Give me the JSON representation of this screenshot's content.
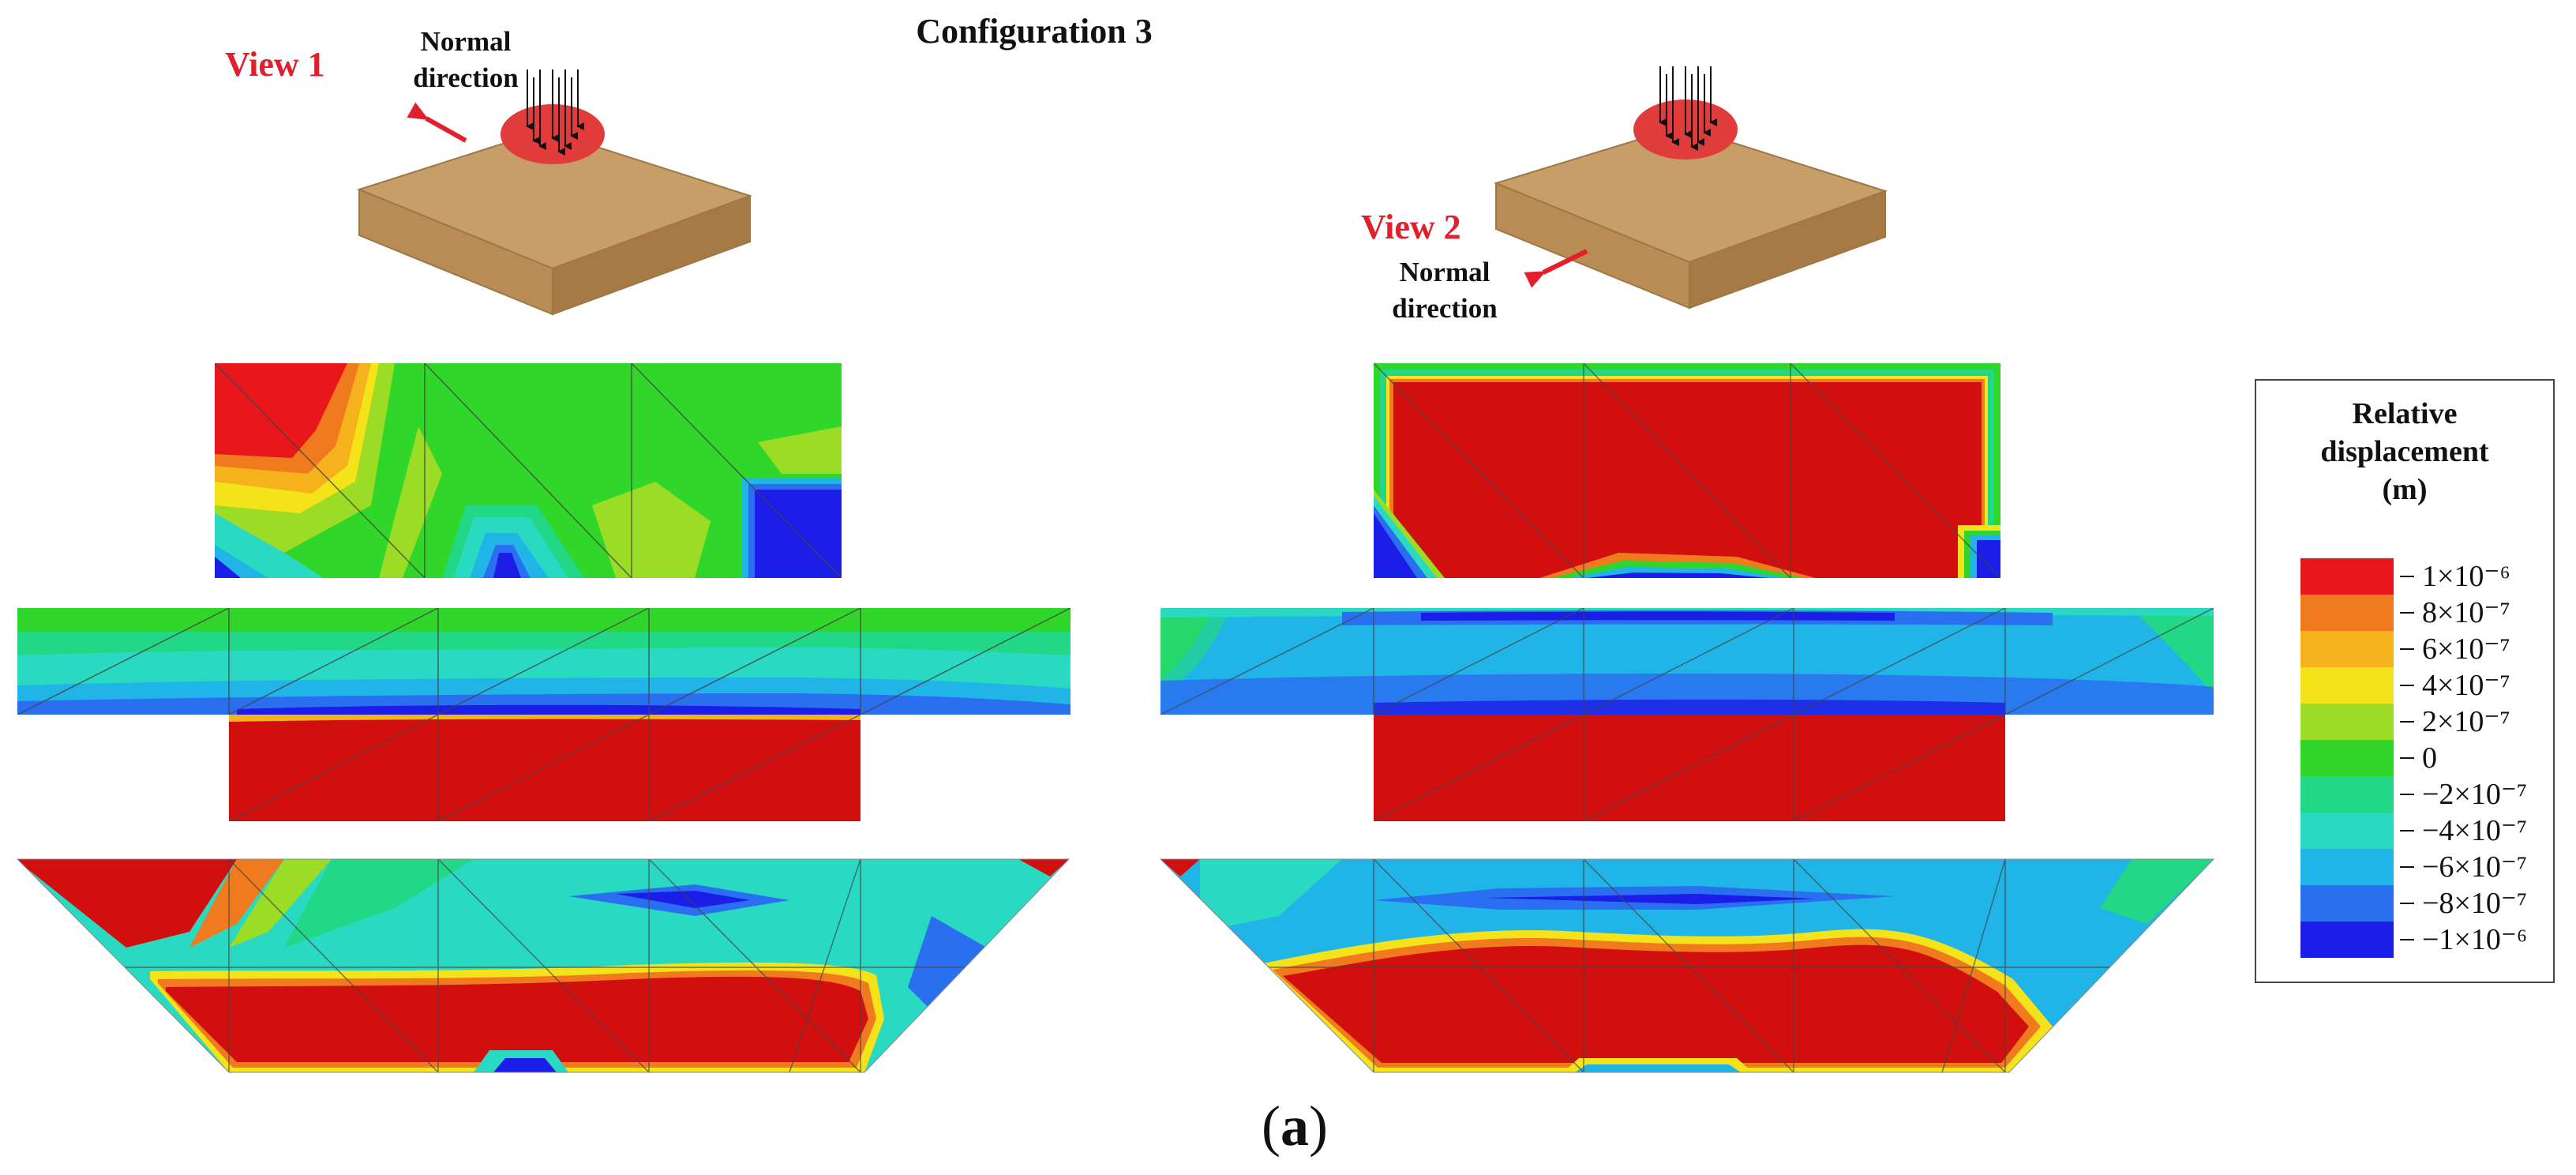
{
  "figure": {
    "title": "Configuration 3",
    "caption_letter": "a"
  },
  "views": [
    {
      "label": "View 1",
      "direction_line1": "Normal",
      "direction_line2": "direction"
    },
    {
      "label": "View 2",
      "direction_line1": "Normal",
      "direction_line2": "direction"
    }
  ],
  "legend": {
    "title_line1": "Relative",
    "title_line2": "displacement",
    "title_line3": "(m)",
    "levels": [
      {
        "label": "1×10⁻⁶",
        "color": "#e8171b"
      },
      {
        "label": "8×10⁻⁷",
        "color": "#f07a1e"
      },
      {
        "label": "6×10⁻⁷",
        "color": "#f5b21c"
      },
      {
        "label": "4×10⁻⁷",
        "color": "#f4e21a"
      },
      {
        "label": "2×10⁻⁷",
        "color": "#9bdc27"
      },
      {
        "label": "0",
        "color": "#31d62a"
      },
      {
        "label": "−2×10⁻⁷",
        "color": "#22d886"
      },
      {
        "label": "−4×10⁻⁷",
        "color": "#2ad9c2"
      },
      {
        "label": "−6×10⁻⁷",
        "color": "#21b4e6"
      },
      {
        "label": "−8×10⁻⁷",
        "color": "#2a6ff0"
      },
      {
        "label": "−1×10⁻⁶",
        "color": "#1a1ee6"
      }
    ]
  },
  "colors": {
    "red": "#d10f0f",
    "slab_top": "#c79e67",
    "slab_side": "#b98c55",
    "load_patch": "#e23b3b",
    "arrow_red": "#e0202b"
  }
}
